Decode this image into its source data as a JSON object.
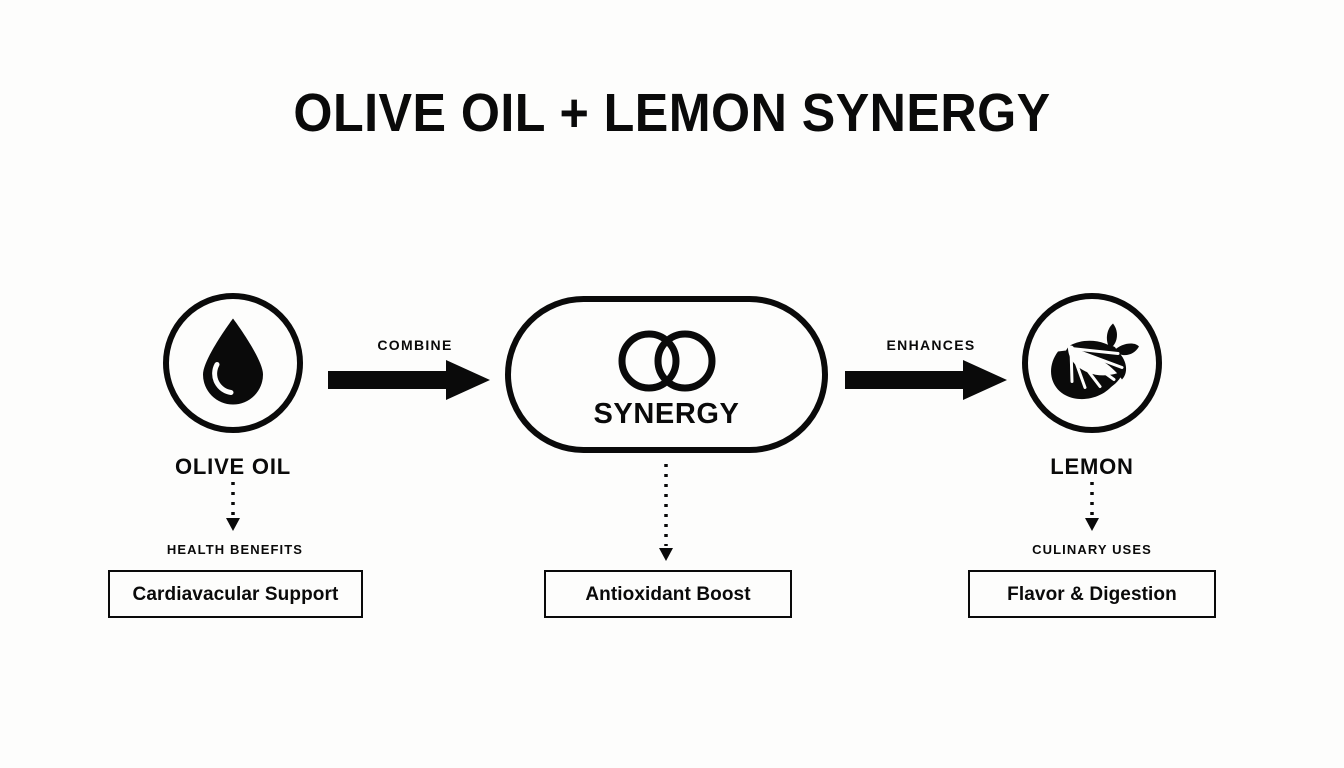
{
  "title": "OLIVE OIL + LEMON SYNERGY",
  "theme": {
    "background": "#fdfdfc",
    "ink": "#0a0a0a"
  },
  "nodes": {
    "left": {
      "caption": "OLIVE OIL",
      "icon": "oil-droplet-icon",
      "sub_caption": "HEALTH BENEFITS",
      "outcome": "Cardiavacular Support"
    },
    "center": {
      "caption": "SYNERGY",
      "icon": "interlocking-rings-icon",
      "sub_caption": "",
      "outcome": "Antioxidant Boost"
    },
    "right": {
      "caption": "LEMON",
      "icon": "lemon-slice-icon",
      "sub_caption": "CULINARY USES",
      "outcome": "Flavor & Digestion"
    }
  },
  "arrows": {
    "left_to_center": "COMBINE",
    "center_to_right": "ENHANCES"
  }
}
